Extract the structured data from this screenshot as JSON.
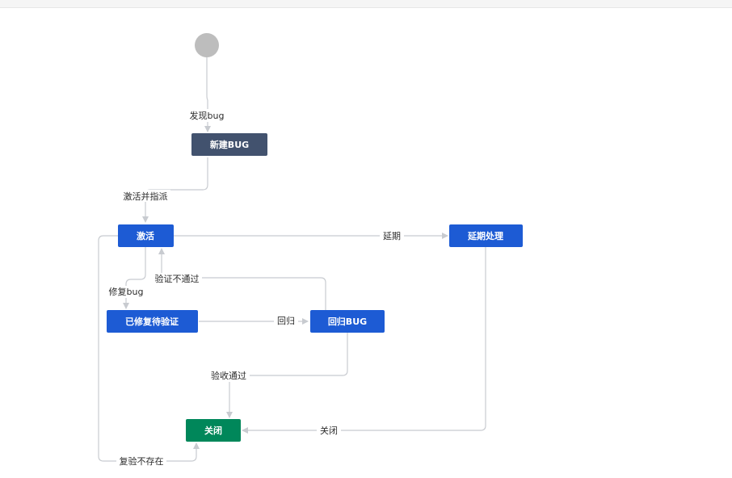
{
  "diagram": {
    "start_state": "start",
    "colors": {
      "start_circle": "#bdbdbd",
      "status_blue": "#1d5bd4",
      "status_dark": "#42526e",
      "status_green": "#00875a",
      "edge": "#c8cbd0"
    },
    "nodes": [
      {
        "id": "new",
        "label": "新建BUG",
        "style": "dark"
      },
      {
        "id": "active",
        "label": "激活",
        "style": "default"
      },
      {
        "id": "deferred",
        "label": "延期处理",
        "style": "default"
      },
      {
        "id": "fixed",
        "label": "已修复待验证",
        "style": "default"
      },
      {
        "id": "regression",
        "label": "回归BUG",
        "style": "default"
      },
      {
        "id": "closed",
        "label": "关闭",
        "style": "green"
      }
    ],
    "transitions": [
      {
        "id": "t-found",
        "label": "发现bug",
        "from": "start",
        "to": "new"
      },
      {
        "id": "t-activate",
        "label": "激活并指派",
        "from": "new",
        "to": "active"
      },
      {
        "id": "t-defer",
        "label": "延期",
        "from": "active",
        "to": "deferred"
      },
      {
        "id": "t-fix",
        "label": "修复bug",
        "from": "active",
        "to": "fixed"
      },
      {
        "id": "t-reject",
        "label": "验证不通过",
        "from": "regression",
        "to": "active"
      },
      {
        "id": "t-regress",
        "label": "回归",
        "from": "fixed",
        "to": "regression"
      },
      {
        "id": "t-accept",
        "label": "验收通过",
        "from": "regression",
        "to": "closed"
      },
      {
        "id": "t-close",
        "label": "关闭",
        "from": "deferred",
        "to": "closed"
      },
      {
        "id": "t-notexist",
        "label": "复验不存在",
        "from": "active",
        "to": "closed"
      }
    ]
  }
}
